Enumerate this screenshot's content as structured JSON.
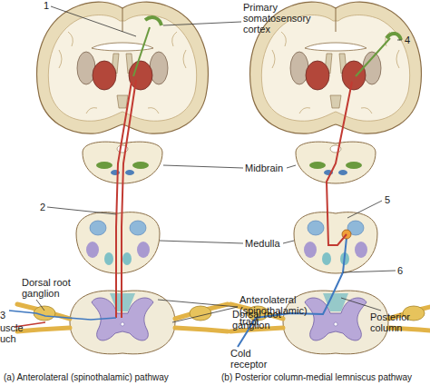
{
  "diagram": {
    "labels": [
      "1",
      "Primary somatosensory cortex",
      "4",
      "Midbrain",
      "2",
      "5",
      "Medulla",
      "6",
      "Dorsal root ganglion",
      "3",
      "uscle",
      "uch",
      "Anterolateral (spinothalamic) tract",
      "Dorsal root ganglion",
      "Posterior column",
      "Cold receptor",
      "(a) Anterolateral (spinothalamic) pathway",
      "(b) Posterior column-medial lemniscus pathway"
    ]
  }
}
